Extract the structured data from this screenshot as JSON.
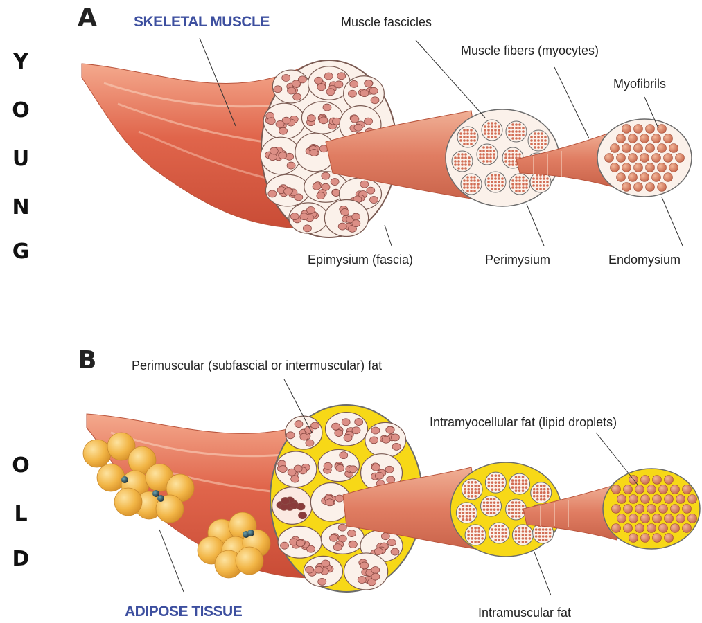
{
  "side_labels": {
    "young": [
      "Y",
      "O",
      "U",
      "N",
      "G"
    ],
    "old": [
      "O",
      "L",
      "D"
    ]
  },
  "panel_a": {
    "letter": "A",
    "title": "SKELETAL MUSCLE",
    "labels": {
      "fascicles": "Muscle fascicles",
      "fibers": "Muscle fibers (myocytes)",
      "myofibrils": "Myofibrils",
      "epimysium": "Epimysium (fascia)",
      "perimysium": "Perimysium",
      "endomysium": "Endomysium"
    }
  },
  "panel_b": {
    "letter": "B",
    "title": "ADIPOSE TISSUE",
    "labels": {
      "perimuscular": "Perimuscular (subfascial or intermuscular) fat",
      "intramyocellular": "Intramyocellular fat (lipid droplets)",
      "intramuscular": "Intramuscular fat"
    }
  },
  "colors": {
    "muscle": "#e06a50",
    "muscle_light": "#f3b79f",
    "fat_yellow": "#f7d817",
    "fascicle_fill": "#dc8f86",
    "adipocyte": "#f1b94a",
    "title_blue": "#3d4f9f"
  }
}
